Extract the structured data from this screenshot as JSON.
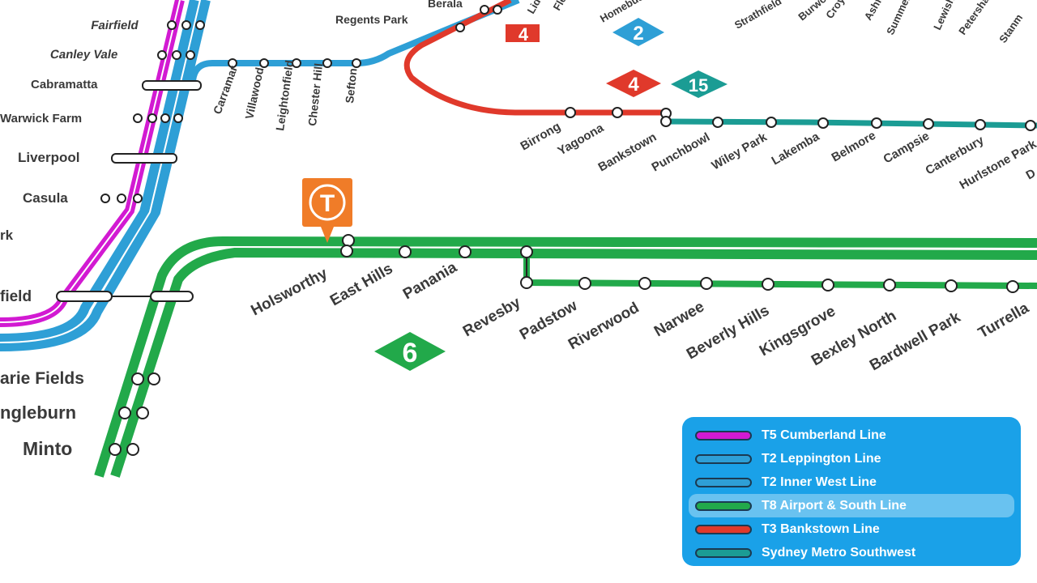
{
  "legend": {
    "items": [
      {
        "label": "T5 Cumberland Line",
        "color": "#d21ad2",
        "active": false
      },
      {
        "label": "T2 Leppington Line",
        "color": "#2e9fd6",
        "active": false
      },
      {
        "label": "T2 Inner West Line",
        "color": "#2e9fd6",
        "active": false
      },
      {
        "label": "T8 Airport & South Line",
        "color": "#22a94a",
        "active": true
      },
      {
        "label": "T3 Bankstown Line",
        "color": "#e0392b",
        "active": false
      },
      {
        "label": "Sydney Metro Southwest",
        "color": "#1b9c94",
        "active": false
      }
    ]
  },
  "badges": {
    "t_marker": "T",
    "line_6": "6",
    "line_4_top": "4",
    "line_4_mid": "4",
    "line_2": "2",
    "line_15": "15"
  },
  "stations": {
    "left": [
      "Fairfield",
      "Canley Vale",
      "Cabramatta",
      "Warwick Farm",
      "Liverpool",
      "Casula",
      "rk",
      "field",
      "arie Fields",
      "ngleburn",
      "Minto"
    ],
    "leppington": [
      "Carramar",
      "Villawood",
      "Leightonfield",
      "Chester Hill",
      "Sefton"
    ],
    "top": [
      "Berala",
      "Regents Park",
      "Lidc",
      "Fle",
      "Homebush",
      "Strathfield",
      "Burwood",
      "Croydon",
      "Ashfield",
      "Summer Hill",
      "Lewisham",
      "Petersham",
      "Stanm"
    ],
    "bankstown": [
      "Birrong",
      "Yagoona",
      "Bankstown",
      "Punchbowl",
      "Wiley Park",
      "Lakemba",
      "Belmore",
      "Campsie",
      "Canterbury",
      "Hurlstone Park",
      "D"
    ],
    "airport": [
      "Holsworthy",
      "East Hills",
      "Panania",
      "Revesby",
      "Padstow",
      "Riverwood",
      "Narwee",
      "Beverly Hills",
      "Kingsgrove",
      "Bexley North",
      "Bardwell Park",
      "Turrella"
    ]
  }
}
